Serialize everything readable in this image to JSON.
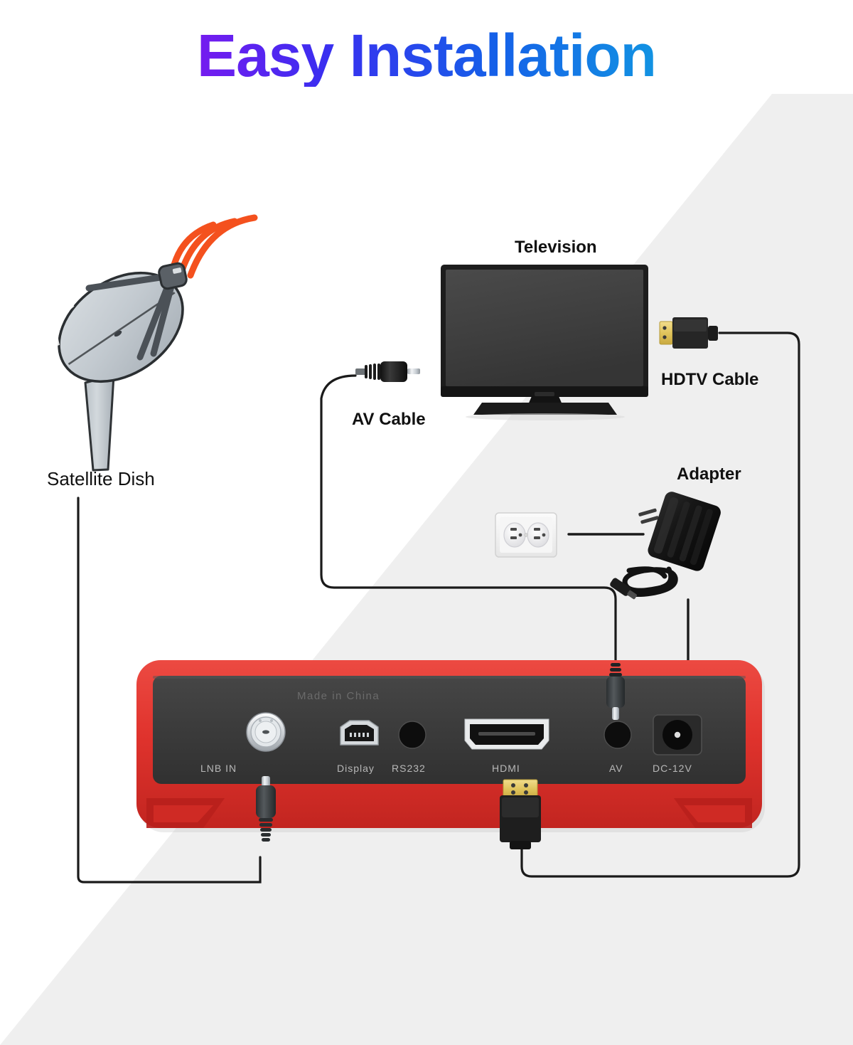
{
  "page": {
    "title": "Easy Installation",
    "background_white": "#ffffff",
    "background_gray": "#efefef"
  },
  "labels": {
    "satellite_dish": "Satellite Dish",
    "television": "Television",
    "av_cable": "AV Cable",
    "hdtv_cable": "HDTV Cable",
    "adapter": "Adapter"
  },
  "receiver": {
    "made_in": "Made in China",
    "shell_color": "#e23b35",
    "panel_color": "#3a3a3a",
    "ports": [
      {
        "id": "lnb-in",
        "label": "LNB IN",
        "type": "f-connector"
      },
      {
        "id": "display",
        "label": "Display",
        "type": "mini-usb"
      },
      {
        "id": "rs232",
        "label": "RS232",
        "type": "round-jack"
      },
      {
        "id": "hdmi",
        "label": "HDMI",
        "type": "hdmi"
      },
      {
        "id": "av",
        "label": "AV",
        "type": "round-jack"
      },
      {
        "id": "dc-12v",
        "label": "DC-12V",
        "type": "dc-barrel"
      }
    ]
  },
  "diagram": {
    "type": "connection-diagram",
    "components": [
      {
        "name": "satellite-dish",
        "label": "Satellite Dish"
      },
      {
        "name": "television",
        "label": "Television"
      },
      {
        "name": "hdtv-cable",
        "label": "HDTV Cable"
      },
      {
        "name": "av-cable",
        "label": "AV Cable"
      },
      {
        "name": "power-adapter",
        "label": "Adapter"
      },
      {
        "name": "wall-outlet",
        "label": ""
      },
      {
        "name": "satellite-receiver",
        "label": ""
      }
    ],
    "connections": [
      {
        "from": "satellite-dish",
        "to": "lnb-in"
      },
      {
        "from": "television",
        "to": "av",
        "via": "av-cable"
      },
      {
        "from": "television",
        "to": "hdmi",
        "via": "hdtv-cable"
      },
      {
        "from": "wall-outlet",
        "to": "power-adapter"
      },
      {
        "from": "power-adapter",
        "to": "dc-12v"
      }
    ],
    "signal_color": "#f4511e",
    "dish_color": "#c2c9ce",
    "cable_color": "#1a1a1a"
  }
}
